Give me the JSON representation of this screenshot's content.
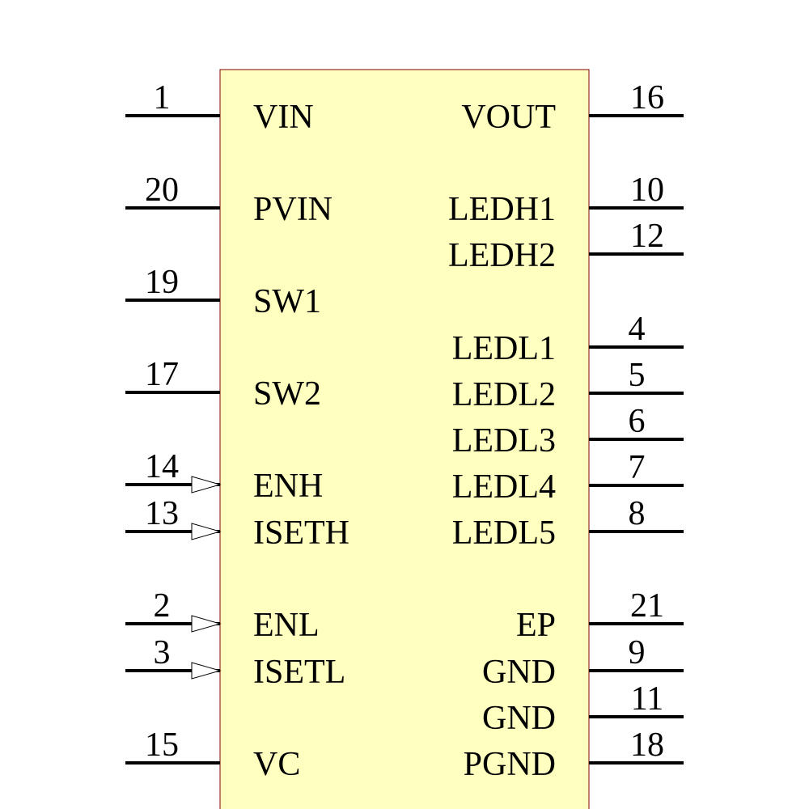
{
  "component": {
    "body_fill": "#ffffc0",
    "body_stroke": "#800000",
    "line_color": "#000000"
  },
  "left_pins": [
    {
      "number": "1",
      "name": "VIN",
      "input_arrow": false
    },
    {
      "number": "20",
      "name": "PVIN",
      "input_arrow": false
    },
    {
      "number": "19",
      "name": "SW1",
      "input_arrow": false
    },
    {
      "number": "17",
      "name": "SW2",
      "input_arrow": false
    },
    {
      "number": "14",
      "name": "ENH",
      "input_arrow": true
    },
    {
      "number": "13",
      "name": "ISETH",
      "input_arrow": true
    },
    {
      "number": "2",
      "name": "ENL",
      "input_arrow": true
    },
    {
      "number": "3",
      "name": "ISETL",
      "input_arrow": true
    },
    {
      "number": "15",
      "name": "VC",
      "input_arrow": false
    }
  ],
  "right_pins": [
    {
      "number": "16",
      "name": "VOUT"
    },
    {
      "number": "10",
      "name": "LEDH1"
    },
    {
      "number": "12",
      "name": "LEDH2"
    },
    {
      "number": "4",
      "name": "LEDL1"
    },
    {
      "number": "5",
      "name": "LEDL2"
    },
    {
      "number": "6",
      "name": "LEDL3"
    },
    {
      "number": "7",
      "name": "LEDL4"
    },
    {
      "number": "8",
      "name": "LEDL5"
    },
    {
      "number": "21",
      "name": "EP"
    },
    {
      "number": "9",
      "name": "GND"
    },
    {
      "number": "11",
      "name": "GND"
    },
    {
      "number": "18",
      "name": "PGND"
    }
  ]
}
